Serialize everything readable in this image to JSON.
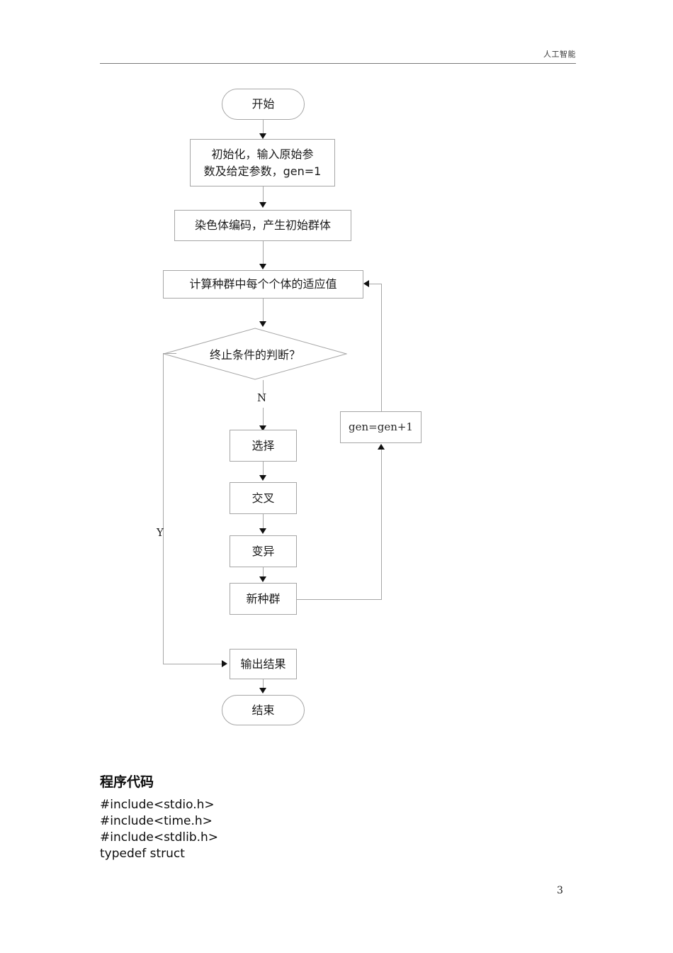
{
  "document": {
    "header_title": "人工智能",
    "page_number": "3"
  },
  "flowchart": {
    "nodes": [
      {
        "id": "start",
        "label": "开始",
        "shape": "terminator"
      },
      {
        "id": "init",
        "label": "初始化，输入原始参\n数及给定参数，gen=1",
        "shape": "process"
      },
      {
        "id": "encode",
        "label": "染色体编码，产生初始群体",
        "shape": "process"
      },
      {
        "id": "fitness",
        "label": "计算种群中每个个体的适应值",
        "shape": "process"
      },
      {
        "id": "decision",
        "label": "终止条件的判断？",
        "shape": "decision"
      },
      {
        "id": "gen",
        "label": "gen=gen+1",
        "shape": "process"
      },
      {
        "id": "selection",
        "label": "选择",
        "shape": "process"
      },
      {
        "id": "crossover",
        "label": "交叉",
        "shape": "process"
      },
      {
        "id": "mutation",
        "label": "变异",
        "shape": "process"
      },
      {
        "id": "newpop",
        "label": "新种群",
        "shape": "process"
      },
      {
        "id": "output",
        "label": "输出结果",
        "shape": "process"
      },
      {
        "id": "end",
        "label": "结束",
        "shape": "terminator"
      }
    ],
    "branch_labels": {
      "no": "N",
      "yes": "Y"
    },
    "colors": {
      "node_border": "#a6a6a6",
      "connector": "#a6a6a6",
      "arrow_head": "#111111",
      "text": "#1b1b1b"
    }
  },
  "code_section": {
    "heading": "程序代码",
    "lines": "#include<stdio.h>\n#include<time.h>\n#include<stdlib.h>\ntypedef struct"
  }
}
